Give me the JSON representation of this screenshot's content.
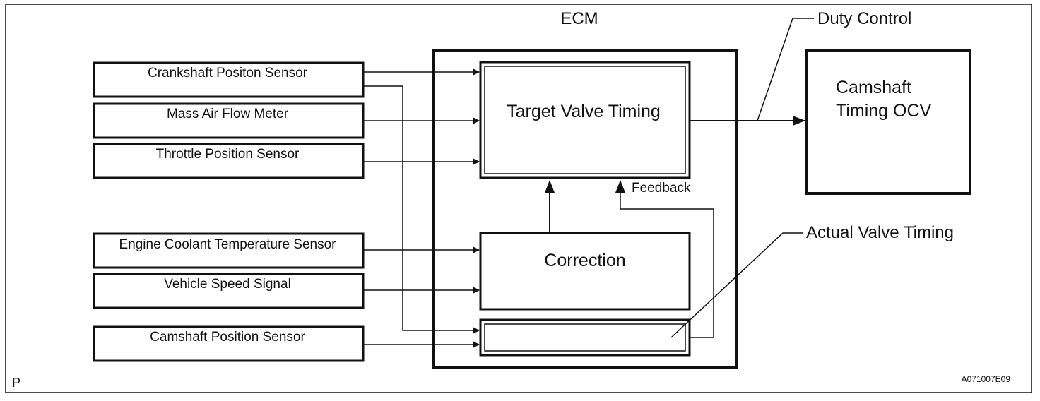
{
  "diagram": {
    "ecm_label": "ECM",
    "inputs": [
      "Crankshaft Positon Sensor",
      "Mass Air Flow Meter",
      "Throttle Position Sensor",
      "Engine Coolant Temperature Sensor",
      "Vehicle Speed Signal",
      "Camshaft Position Sensor"
    ],
    "blocks": {
      "target": "Target Valve Timing",
      "correction": "Correction"
    },
    "output": {
      "line1": "Camshaft",
      "line2": "Timing OCV"
    },
    "annotations": {
      "duty_control": "Duty Control",
      "feedback": "Feedback",
      "actual_valve_timing": "Actual Valve Timing"
    },
    "corner_letter": "P",
    "figure_code": "A071007E09"
  }
}
